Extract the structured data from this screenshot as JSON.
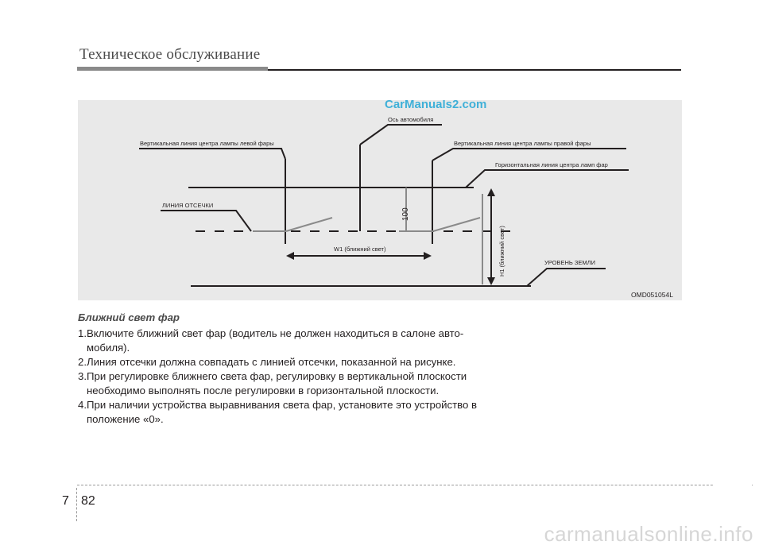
{
  "header": {
    "title": "Техническое обслуживание"
  },
  "figure": {
    "watermark": "CarManuals2.com",
    "code": "OMD051054L",
    "labels": {
      "vehicle_axis": "Ось автомобиля",
      "left_lamp_vertical": "Вертикальная линия центра лампы левой фары",
      "right_lamp_vertical": "Вертикальная линия центра лампы правой фары",
      "lamp_horizontal": "Горизонтальная линия центра ламп фар",
      "cutoff_line": "ЛИНИЯ ОТСЕЧКИ",
      "dimension_100": "100",
      "w1": "W1 (ближний свет)",
      "h1": "H1 (ближний свет)",
      "ground_level": "УРОВЕНЬ ЗЕМЛИ"
    }
  },
  "content": {
    "heading": "Ближний свет фар",
    "steps": [
      {
        "num": "1.",
        "text": "Включите ближний свет фар (водитель не должен находиться в салоне авто-мобиля)."
      },
      {
        "num": "2.",
        "text": "Линия отсечки должна совпадать с линией отсечки, показанной на рисунке."
      },
      {
        "num": "3.",
        "text": "При регулировке ближнего света фар, регулировку в вертикальной плоскости необходимо выполнять после регулировки в горизонтальной плоскости."
      },
      {
        "num": "4.",
        "text": "При наличии устройства выравнивания света фар, установите это устройство в положение «0»."
      }
    ]
  },
  "footer": {
    "chapter": "7",
    "page": "82"
  },
  "site_watermark": "carmanualsonline.info"
}
